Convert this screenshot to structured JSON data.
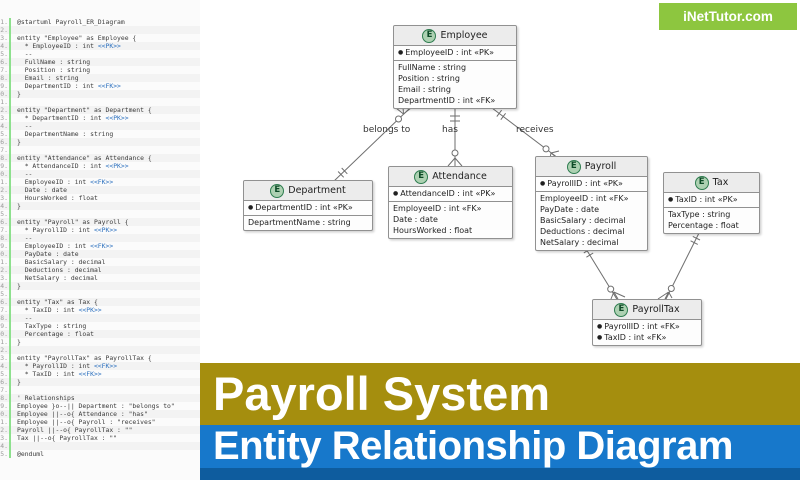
{
  "brand": {
    "site": "iNetTutor.com",
    "color": "#8dc63f"
  },
  "banner": {
    "title": "Payroll System",
    "subtitle": "Entity Relationship Diagram",
    "title_bg": "#a58e0e",
    "subtitle_bg": "#1778cb",
    "footer_bg": "#0e5c9e"
  },
  "code": {
    "lines": [
      "@startuml Payroll_ER_Diagram",
      "",
      "entity \"Employee\" as Employee {",
      "  * EmployeeID : int <<PK>>",
      "  --",
      "  FullName : string",
      "  Position : string",
      "  Email : string",
      "  DepartmentID : int <<FK>>",
      "}",
      "",
      "entity \"Department\" as Department {",
      "  * DepartmentID : int <<PK>>",
      "  --",
      "  DepartmentName : string",
      "}",
      "",
      "entity \"Attendance\" as Attendance {",
      "  * AttendanceID : int <<PK>>",
      "  --",
      "  EmployeeID : int <<FK>>",
      "  Date : date",
      "  HoursWorked : float",
      "}",
      "",
      "entity \"Payroll\" as Payroll {",
      "  * PayrollID : int <<PK>>",
      "  --",
      "  EmployeeID : int <<FK>>",
      "  PayDate : date",
      "  BasicSalary : decimal",
      "  Deductions : decimal",
      "  NetSalary : decimal",
      "}",
      "",
      "entity \"Tax\" as Tax {",
      "  * TaxID : int <<PK>>",
      "  --",
      "  TaxType : string",
      "  Percentage : float",
      "}",
      "",
      "entity \"PayrollTax\" as PayrollTax {",
      "  * PayrollID : int <<FK>>",
      "  * TaxID : int <<FK>>",
      "}",
      "",
      "' Relationships",
      "Employee }o--|| Department : \"belongs to\"",
      "Employee ||--o{ Attendance : \"has\"",
      "Employee ||--o{ Payroll : \"receives\"",
      "Payroll ||--o{ PayrollTax : \"\"",
      "Tax ||--o{ PayrollTax : \"\"",
      "",
      "@enduml"
    ]
  },
  "diagram": {
    "icon_letter": "E",
    "pk_bullet": "●",
    "labels": {
      "belongs_to": "belongs to",
      "has": "has",
      "receives": "receives"
    },
    "entities": [
      {
        "name": "Employee",
        "pk": [
          "EmployeeID : int «PK»"
        ],
        "attrs": [
          "FullName : string",
          "Position : string",
          "Email : string",
          "DepartmentID : int «FK»"
        ]
      },
      {
        "name": "Department",
        "pk": [
          "DepartmentID : int «PK»"
        ],
        "attrs": [
          "DepartmentName : string"
        ]
      },
      {
        "name": "Attendance",
        "pk": [
          "AttendanceID : int «PK»"
        ],
        "attrs": [
          "EmployeeID : int «FK»",
          "Date : date",
          "HoursWorked : float"
        ]
      },
      {
        "name": "Payroll",
        "pk": [
          "PayrollID : int «PK»"
        ],
        "attrs": [
          "EmployeeID : int «FK»",
          "PayDate : date",
          "BasicSalary : decimal",
          "Deductions : decimal",
          "NetSalary : decimal"
        ]
      },
      {
        "name": "Tax",
        "pk": [
          "TaxID : int «PK»"
        ],
        "attrs": [
          "TaxType : string",
          "Percentage : float"
        ]
      },
      {
        "name": "PayrollTax",
        "pk": [
          "PayrollID : int «FK»",
          "TaxID : int «FK»"
        ],
        "attrs": []
      }
    ]
  }
}
